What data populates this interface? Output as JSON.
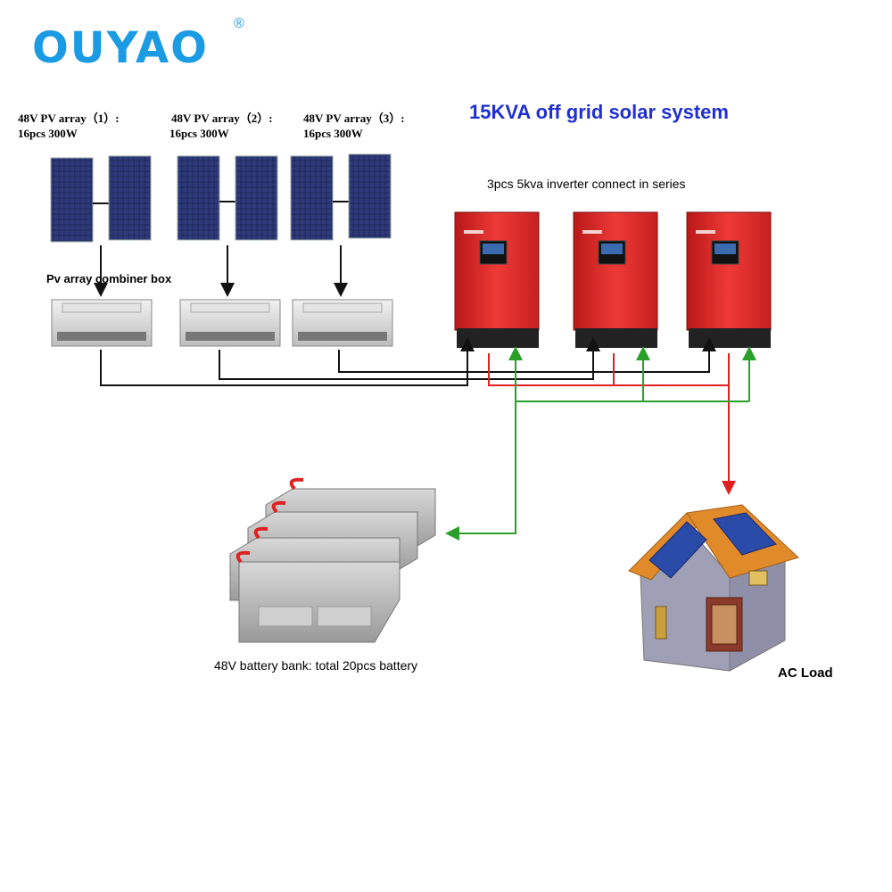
{
  "brand": {
    "name": "OUYAO",
    "reg_mark": "R"
  },
  "title": "15KVA off grid solar system",
  "pv_arrays": [
    {
      "label_line1": "48V PV array（1）:",
      "label_line2": "16pcs 300W"
    },
    {
      "label_line1": "48V PV array（2）:",
      "label_line2": "16pcs 300W"
    },
    {
      "label_line1": "48V PV array（3）:",
      "label_line2": "16pcs 300W"
    }
  ],
  "combiner_label": "Pv array combiner box",
  "inverter_label": "3pcs 5kva inverter connect in series",
  "battery_label": "48V battery bank: total 20pcs battery",
  "load_label": "AC Load",
  "colors": {
    "brand_blue": "#1a9be3",
    "title_blue": "#1f2fd0",
    "inverter_red": "#e02a2a",
    "ac_wire_red": "#e02020",
    "battery_wire_green": "#2aa02a",
    "pv_wire_black": "#111111"
  },
  "icons": [
    "solar-panel-icon",
    "combiner-box-icon",
    "inverter-icon",
    "battery-icon",
    "house-icon"
  ]
}
